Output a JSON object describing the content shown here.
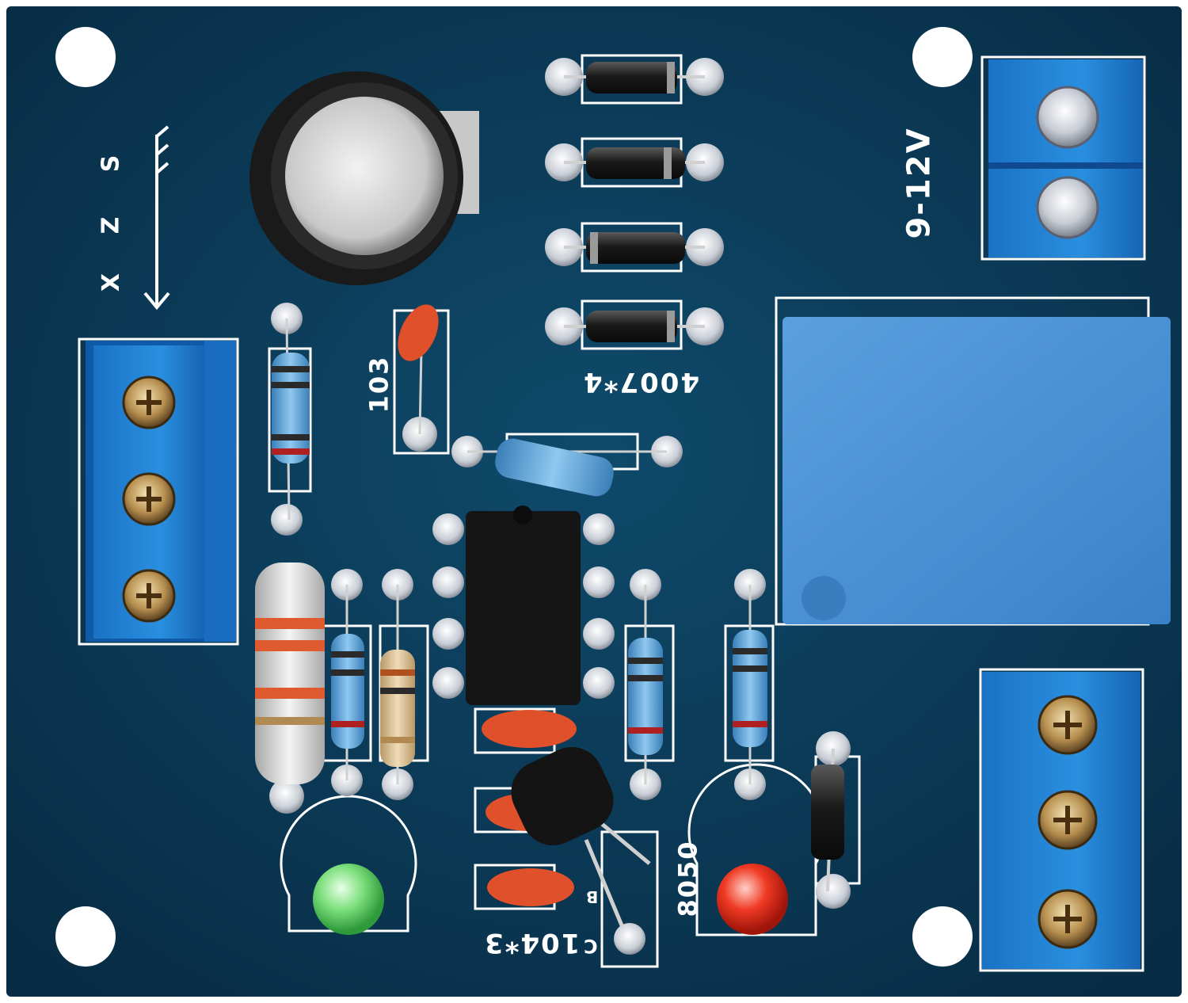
{
  "board": {
    "pcb_color": "#0b3a56",
    "silkscreen_color": "#ffffff",
    "terminal_color": "#1f7fd1",
    "relay_color": "#4a8fd4"
  },
  "silkscreen": {
    "power_label": "9-12V",
    "diode_label": "4007*4",
    "cap_label": "103",
    "ceramic_label": "104*3",
    "transistor_label": "8050",
    "letter_s": "S",
    "letter_z": "Z",
    "letter_x": "X",
    "pin_c": "C",
    "pin_b": "B"
  },
  "components": {
    "leds": [
      "green",
      "red"
    ],
    "terminal_blocks": [
      "left-3pin",
      "top-right-2pin",
      "bottom-right-3pin"
    ],
    "icons": [
      "ground-arrow-icon"
    ]
  }
}
